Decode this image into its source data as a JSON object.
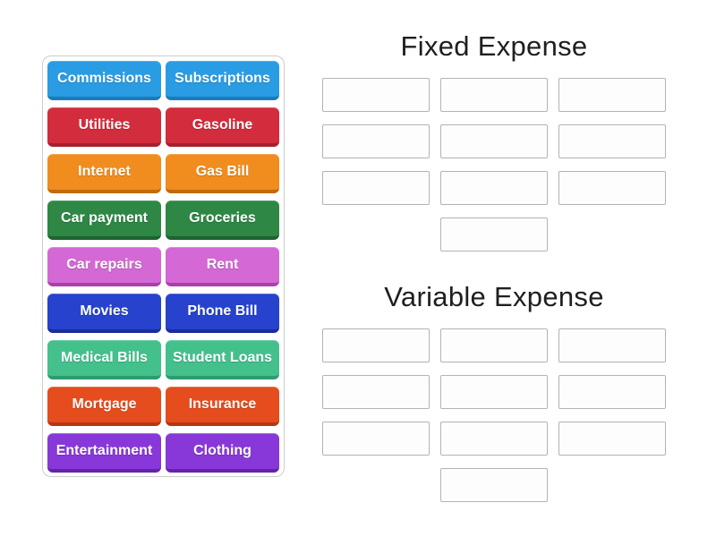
{
  "tile_bank": {
    "text_color": "#ffffff",
    "border_color": "#cccccc",
    "tiles": [
      {
        "label": "Commissions",
        "color": "#2a9ce3",
        "edge": "#1b7cba"
      },
      {
        "label": "Subscriptions",
        "color": "#2a9ce3",
        "edge": "#1b7cba"
      },
      {
        "label": "Utilities",
        "color": "#d32c3c",
        "edge": "#a51f2d"
      },
      {
        "label": "Gasoline",
        "color": "#d32c3c",
        "edge": "#a51f2d"
      },
      {
        "label": "Internet",
        "color": "#f18c1e",
        "edge": "#c16a0a"
      },
      {
        "label": "Gas Bill",
        "color": "#f18c1e",
        "edge": "#c16a0a"
      },
      {
        "label": "Car payment",
        "color": "#2e8745",
        "edge": "#1e6231"
      },
      {
        "label": "Groceries",
        "color": "#2e8745",
        "edge": "#1e6231"
      },
      {
        "label": "Car repairs",
        "color": "#d468d4",
        "edge": "#ab3fae"
      },
      {
        "label": "Rent",
        "color": "#d468d4",
        "edge": "#ab3fae"
      },
      {
        "label": "Movies",
        "color": "#2742cc",
        "edge": "#1a2d99"
      },
      {
        "label": "Phone Bill",
        "color": "#2742cc",
        "edge": "#1a2d99"
      },
      {
        "label": "Medical Bills",
        "color": "#44c08c",
        "edge": "#2c9c6e"
      },
      {
        "label": "Student Loans",
        "color": "#44c08c",
        "edge": "#2c9c6e"
      },
      {
        "label": "Mortgage",
        "color": "#e54c1e",
        "edge": "#b53711"
      },
      {
        "label": "Insurance",
        "color": "#e54c1e",
        "edge": "#b53711"
      },
      {
        "label": "Entertainment",
        "color": "#8838d8",
        "edge": "#6524a8"
      },
      {
        "label": "Clothing",
        "color": "#8838d8",
        "edge": "#6524a8"
      }
    ]
  },
  "groups": [
    {
      "title": "Fixed Expense",
      "slot_count": 10,
      "slots_per_row": [
        3,
        3,
        3,
        1
      ]
    },
    {
      "title": "Variable Expense",
      "slot_count": 10,
      "slots_per_row": [
        3,
        3,
        3,
        1
      ]
    }
  ],
  "slot_style": {
    "border_color": "#b3b3b3",
    "background": "#fdfdfd"
  },
  "title_color": "#1f1f1f"
}
